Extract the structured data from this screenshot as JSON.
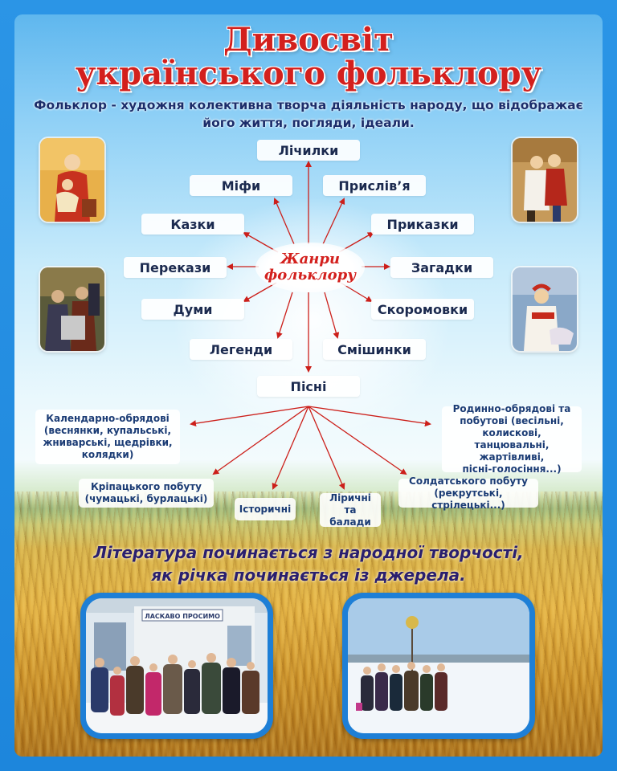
{
  "title": {
    "line1": "Дивосвіт",
    "line2": "українського фольклору"
  },
  "definition": {
    "line1": "Фольклор - художня колективна творча діяльність народу, що відображає",
    "line2": "його життя, погляди, ідеали."
  },
  "center": {
    "line1": "Жанри",
    "line2": "фольклору"
  },
  "genres": {
    "lichylky": "Лічилки",
    "mify": "Міфи",
    "pryslivya": "Прислів’я",
    "kazky": "Казки",
    "prykazky": "Приказки",
    "perekazy": "Перекази",
    "zahadky": "Загадки",
    "dumy": "Думи",
    "skoromovky": "Скоромовки",
    "lehendy": "Легенди",
    "smishynky": "Смішинки",
    "pisni": "Пісні"
  },
  "song_types": {
    "calendar": {
      "line1": "Календарно-обрядові",
      "line2": "(веснянки, купальські,",
      "line3": "жниварські, щедрівки,",
      "line4": "колядки)"
    },
    "family": {
      "line1": "Родинно-обрядові та",
      "line2": "побутові (весільні,",
      "line3": "колискові, танцювальні,",
      "line4": "жартівливі,",
      "line5": "пісні-голосіння...)"
    },
    "serf": {
      "line1": "Кріпацького побуту",
      "line2": "(чумацькі, бурлацькі)"
    },
    "historical": {
      "line1": "Історичні"
    },
    "lyrical": {
      "line1": "Ліричні",
      "line2": "та балади"
    },
    "soldier": {
      "line1": "Солдатського побуту",
      "line2": "(рекрутські, стрілецькі...)"
    }
  },
  "quote": {
    "line1": "Література починається з народної творчості,",
    "line2": "як річка починається із джерела."
  },
  "photos": {
    "sign_text": "ЛАСКАВО  ПРОСИМО"
  },
  "colors": {
    "title_red": "#d3201d",
    "text_navy": "#1b2d6b",
    "arrow_red": "#cc1f1a",
    "frame_blue": "#1e7fd6"
  }
}
